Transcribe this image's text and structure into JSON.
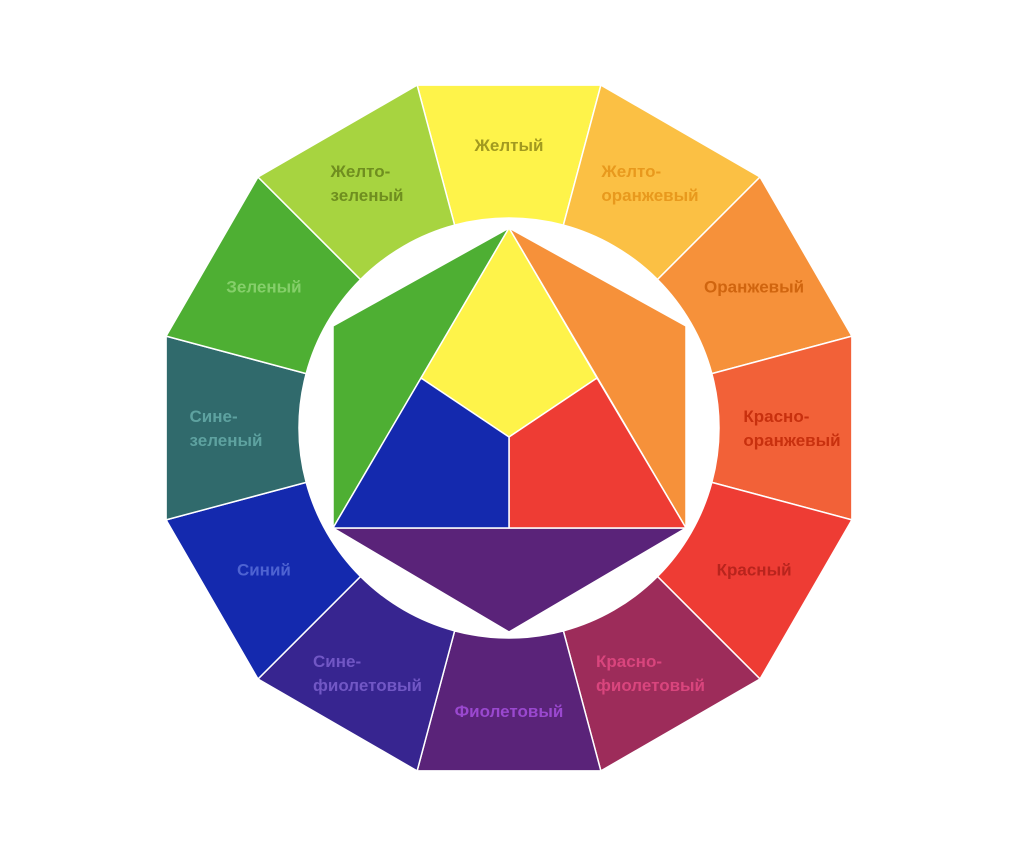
{
  "wheel": {
    "segments": [
      {
        "lines": [
          "Желтый"
        ],
        "fill": "#FEF34A",
        "text_color": "#A29A1F"
      },
      {
        "lines": [
          "Желто-",
          "оранжевый"
        ],
        "fill": "#FBC044",
        "text_color": "#E8991D"
      },
      {
        "lines": [
          "Оранжевый"
        ],
        "fill": "#F6913A",
        "text_color": "#D0650F"
      },
      {
        "lines": [
          "Красно-",
          "оранжевый"
        ],
        "fill": "#F26138",
        "text_color": "#C8300E"
      },
      {
        "lines": [
          "Красный"
        ],
        "fill": "#EE3C34",
        "text_color": "#B8241D"
      },
      {
        "lines": [
          "Красно-",
          "фиолетовый"
        ],
        "fill": "#9D2C5A",
        "text_color": "#D9457D"
      },
      {
        "lines": [
          "Фиолетовый"
        ],
        "fill": "#5A2379",
        "text_color": "#9A48CF"
      },
      {
        "lines": [
          "Сине-",
          "фиолетовый"
        ],
        "fill": "#372590",
        "text_color": "#7157C5"
      },
      {
        "lines": [
          "Синий"
        ],
        "fill": "#1429AE",
        "text_color": "#4E63D2"
      },
      {
        "lines": [
          "Сине-",
          "зеленый"
        ],
        "fill": "#306A6C",
        "text_color": "#5EA2A0"
      },
      {
        "lines": [
          "Зеленый"
        ],
        "fill": "#4EAF33",
        "text_color": "#85CF6A"
      },
      {
        "lines": [
          "Желто-",
          "зеленый"
        ],
        "fill": "#A7D440",
        "text_color": "#6F8E1F"
      }
    ]
  },
  "center": {
    "primary": {
      "yellow": "#FEF34A",
      "red": "#EE3C34",
      "blue": "#1429AE"
    },
    "secondary": {
      "orange": "#F6913A",
      "violet": "#5A2379",
      "green": "#4EAF33"
    }
  }
}
